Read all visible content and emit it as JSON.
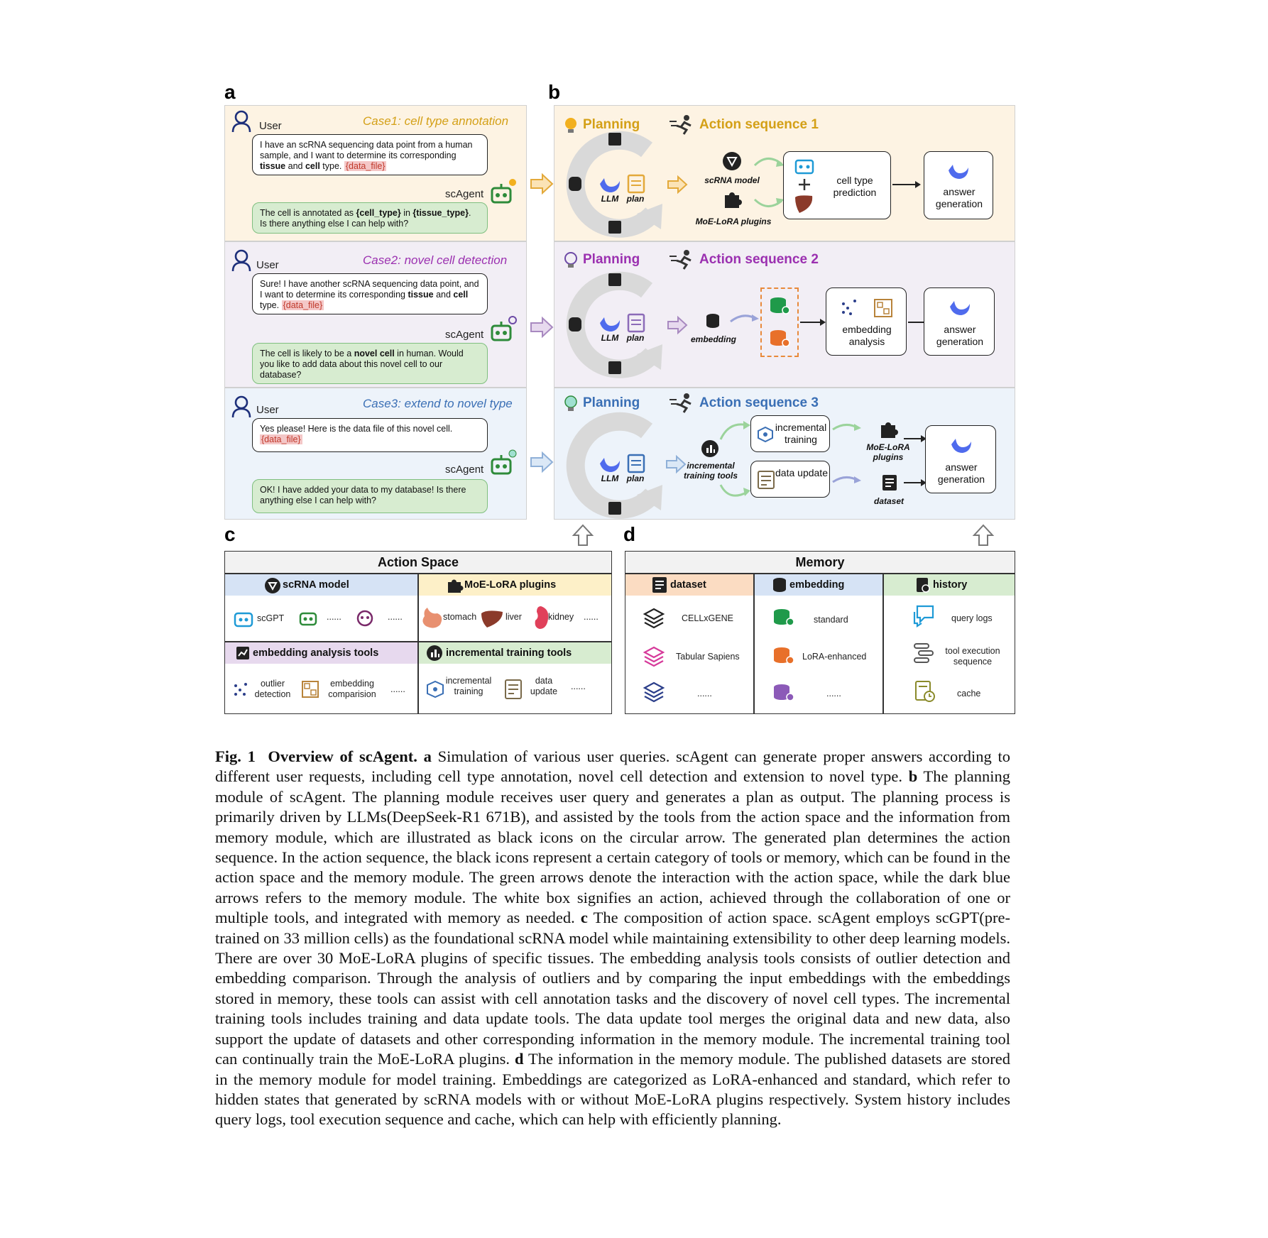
{
  "panel_labels": {
    "a": "a",
    "b": "b",
    "c": "c",
    "d": "d"
  },
  "panel_a": {
    "user_label": "User",
    "agent_label": "scAgent",
    "cases": [
      {
        "title": "Case1: cell type annotation",
        "query_pre": "I have an scRNA sequencing data point from a human sample, and I want to determine its corresponding ",
        "query_b1": "tissue",
        "query_mid": " and ",
        "query_b2": "cell",
        "query_post": " type. ",
        "query_tag": "{data_file}",
        "reply_pre": "The cell is annotated as ",
        "reply_b1": "{cell_type}",
        "reply_mid": " in ",
        "reply_b2": "{tissue_type}",
        "reply_post": ".  Is there anything else I can help with?"
      },
      {
        "title": "Case2: novel cell detection",
        "query_pre": "Sure! I have another scRNA sequencing data point, and I want to determine its corresponding ",
        "query_b1": "tissue",
        "query_mid": " and ",
        "query_b2": "cell",
        "query_post": " type. ",
        "query_tag": "{data_file}",
        "reply_pre": "The cell is likely to be a ",
        "reply_b1": "novel cell",
        "reply_post": " in human. Would you like to add data about this novel cell to our database?"
      },
      {
        "title": "Case3: extend to novel type",
        "query_pre": "Yes please! Here is the data file of this novel cell. ",
        "query_tag": "{data_file}",
        "reply_pre": "OK! I have added your data to my database! Is there anything else I can help with?"
      }
    ]
  },
  "panel_b": {
    "planning": "Planning",
    "llm": "LLM",
    "plan": "plan",
    "rows": [
      {
        "action_title": "Action sequence 1",
        "scrna_model": "scRNA model",
        "moe_plugins": "MoE-LoRA plugins",
        "box1": "cell type prediction",
        "box2": "answer generation"
      },
      {
        "action_title": "Action sequence  2",
        "embedding": "embedding",
        "box1": "embedding analysis",
        "box2": "answer generation"
      },
      {
        "action_title": "Action sequence 3",
        "tools": "incremental training tools",
        "box_a": "incremental training",
        "box_b": "data update",
        "moe_plugins": "MoE-LoRA plugins",
        "dataset": "dataset",
        "box2": "answer generation"
      }
    ]
  },
  "panel_c": {
    "title": "Action Space",
    "scrna_model": "scRNA model",
    "moe_plugins": "MoE-LoRA plugins",
    "scgpt": "scGPT",
    "dots": "......",
    "stomach": "stomach",
    "liver": "liver",
    "kidney": "kidney",
    "embedding_tools": "embedding analysis tools",
    "incremental_tools": "incremental training tools",
    "outlier": "outlier detection",
    "comparision": "embedding comparision",
    "inc_training": "incremental training",
    "data_update": "data update"
  },
  "panel_d": {
    "title": "Memory",
    "dataset": "dataset",
    "embedding": "embedding",
    "history": "history",
    "cellxgene": "CELLxGENE",
    "tabular": "Tabular Sapiens",
    "dots": "......",
    "standard": "standard",
    "lora": "LoRA-enhanced",
    "query_logs": "query logs",
    "tool_exec": "tool execution sequence",
    "cache": "cache"
  },
  "caption": {
    "fig": "Fig. 1",
    "title": "Overview of scAgent.",
    "a": "a",
    "a_text": " Simulation of various user queries. scAgent can generate proper answers according to different user requests, including cell type annotation, novel cell detection and extension to novel type. ",
    "b": "b",
    "b_text": " The planning module of scAgent. The planning module receives user query and generates a plan as output. The planning process is primarily driven by LLMs(DeepSeek-R1 671B), and assisted by the tools from the action space and the information from memory module, which are illustrated as black icons on the circular arrow. The generated plan determines the action sequence. In the action sequence, the black icons represent a certain category of tools or memory, which can be found in the action space and the memory module. The green arrows denote the interaction with the action space, while the dark blue arrows refers to the memory module. The white box signifies an action, achieved through the collaboration of one or multiple tools, and integrated with memory as needed. ",
    "c": "c",
    "c_text": " The composition of action space. scAgent employs scGPT(pre-trained on 33 million cells) as the foundational scRNA model while maintaining extensibility to other deep learning models. There are over 30 MoE-LoRA plugins of specific tissues. The embedding analysis tools consists of outlier detection and embedding comparison. Through the analysis of outliers and by comparing the input embeddings with the embeddings stored in memory, these tools can assist with cell annotation tasks and the discovery of novel cell types. The incremental training tools includes training and data update tools. The data update tool merges the original data and new data, also support the update of datasets and other corresponding information in the memory module. The incremental training tool can continually train the MoE-LoRA plugins. ",
    "d": "d",
    "d_text": " The information in the memory module. The published datasets are stored in the memory module for model training. Embeddings are categorized as LoRA-enhanced and standard, which refer to hidden states that generated by scRNA models with or without MoE-LoRA plugins respectively. System history includes query logs, tool execution sequence and cache, which can help with efficiently planning."
  },
  "colors": {
    "case1_bg": "#fdf3e3",
    "case2_bg": "#f2eef5",
    "case3_bg": "#edf3fa",
    "case1_title": "#d4a017",
    "case2_title": "#9b30b0",
    "case3_title": "#3a6fb5",
    "agent_green": "#2e8b3a",
    "reply_bg": "#d7ecd0"
  }
}
